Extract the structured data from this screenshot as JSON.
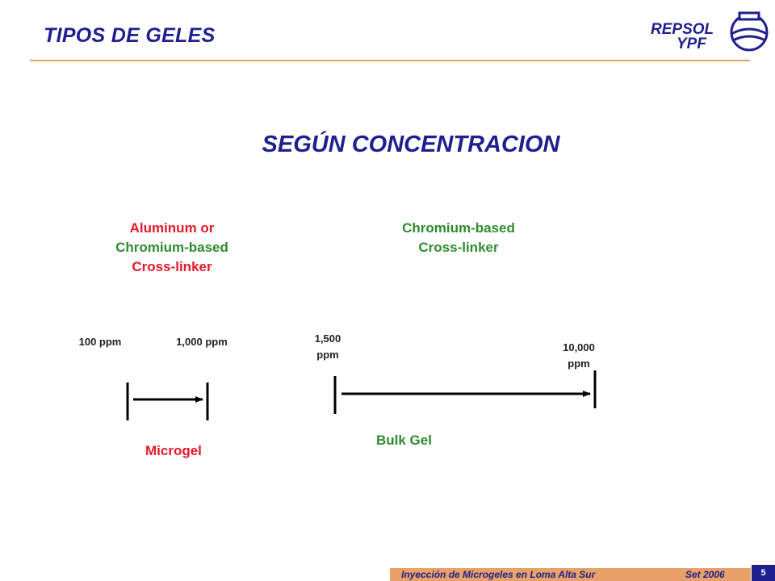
{
  "header": {
    "title": "TIPOS DE GELES",
    "logo_text_line1": "REPSOL",
    "logo_text_line2": "YPF"
  },
  "subtitle": "SEGÚN CONCENTRACION",
  "left_block": {
    "label_line1": "Aluminum or",
    "label_line2": "Chromium-based",
    "label_line3": "Cross-linker",
    "start_value": "100 ppm",
    "end_value": "1,000 ppm",
    "gel_type": "Microgel"
  },
  "right_block": {
    "label_line1": "Chromium-based",
    "label_line2": "Cross-linker",
    "start_value_line1": "1,500",
    "start_value_line2": "ppm",
    "end_value_line1": "10,000",
    "end_value_line2": "ppm",
    "gel_type": "Bulk Gel"
  },
  "footer": {
    "text": "Inyección de Microgeles en Loma Alta Sur",
    "date": "Set 2006",
    "page_number": "5"
  },
  "colors": {
    "title_blue": "#1f1f8f",
    "accent_orange": "#e8a167",
    "red": "#e8172a",
    "green": "#2e8b2e"
  }
}
